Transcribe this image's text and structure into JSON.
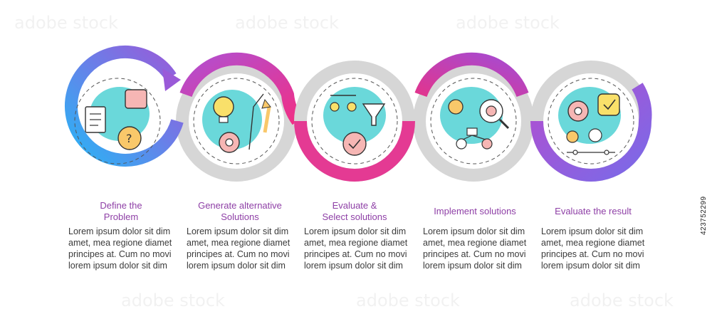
{
  "colors": {
    "blue": "#29a7f2",
    "purple": "#8a5ce0",
    "magenta": "#ee2f8a",
    "violet": "#a14ad2",
    "gray": "#d5d5d5",
    "teal": "#60d6d8",
    "title": "#8e3fa6"
  },
  "side_id": "423752299",
  "steps": [
    {
      "title": "Define the\nProblem",
      "description": "Lorem ipsum dolor sit dim amet, mea regione diamet principes at. Cum no movi lorem ipsum dolor sit dim",
      "icon": "problem-definition-icon"
    },
    {
      "title": "Generate alternative\nSolutions",
      "description": "Lorem ipsum dolor sit dim amet, mea regione diamet principes at. Cum no movi lorem ipsum dolor sit dim",
      "icon": "idea-generation-icon"
    },
    {
      "title": "Evaluate &\nSelect solutions",
      "description": "Lorem ipsum dolor sit dim amet, mea regione diamet principes at. Cum no movi lorem ipsum dolor sit dim",
      "icon": "evaluate-select-icon"
    },
    {
      "title": "Implement solutions",
      "description": "Lorem ipsum dolor sit dim amet, mea regione diamet principes at. Cum no movi lorem ipsum dolor sit dim",
      "icon": "implement-solutions-icon"
    },
    {
      "title": "Evaluate the result",
      "description": "Lorem ipsum dolor sit dim amet, mea regione diamet principes at. Cum no movi lorem ipsum dolor sit dim",
      "icon": "evaluate-result-icon"
    }
  ]
}
